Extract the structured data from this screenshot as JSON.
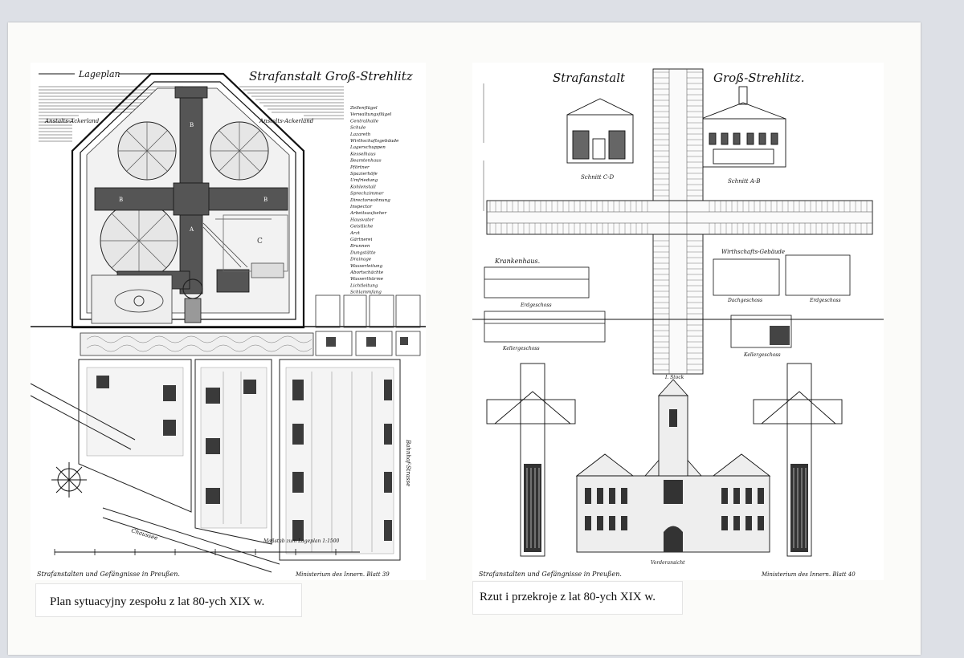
{
  "left_sheet": {
    "header_lageplan": "Lageplan",
    "header_title": "Strafanstalt Groß-Strehlitz",
    "field_left": "Anstalts-Ackerland",
    "field_right": "Anstalts-Ackerland",
    "road_label": "Chaussee",
    "railway_label": "Bahnhof-Strasse",
    "scale_label": "Maßstab zum Lageplan 1:1500",
    "footer_left": "Strafanstalten und Gefängnisse in Preußen.",
    "footer_right": "Ministerium des Innern. Blatt 39",
    "legend": [
      "Zellenflügel",
      "Verwaltungsflügel",
      "Centralhalle",
      "Schule",
      "Lazareth",
      "Wirthschaftsgebäude",
      "Lagerschuppen",
      "Kesselhaus",
      "Beamtenhaus",
      "Pförtner",
      "Spazierhöfe",
      "Umfriedung",
      "Kohlenstall",
      "Sprechzimmer",
      "Directorwohnung",
      "Inspector",
      "Arbeitsaufseher",
      "Hausvater",
      "Geistliche",
      "Arzt",
      "Gärtnerei",
      "Brunnen",
      "Dungstätte",
      "Drainage",
      "Wasserleitung",
      "Abortschächte",
      "Wasserthürme",
      "Lichtleitung",
      "Schlammfang"
    ]
  },
  "right_sheet": {
    "header_left": "Strafanstalt",
    "header_right": "Groß-Strehlitz.",
    "section_cd": "Schnitt C-D",
    "section_ab": "Schnitt A-B",
    "lazareth": "Krankenhaus.",
    "wirthschaft": "Wirthschafts-Gebäude",
    "erdgeschoss": "Erdgeschoss",
    "kellergeschoss": "Kellergeschoss",
    "dachgeschoss": "Dachgeschoss",
    "i_stock": "I. Stock",
    "vorderansicht": "Vorderansicht",
    "footer_left": "Strafanstalten und Gefängnisse in Preußen.",
    "footer_right": "Ministerium des Innern. Blatt 40"
  },
  "captions": {
    "left": "Plan sytuacyjny zespołu z lat 80-ych XIX w.",
    "right": "Rzut i przekroje z lat 80-ych XIX w."
  }
}
